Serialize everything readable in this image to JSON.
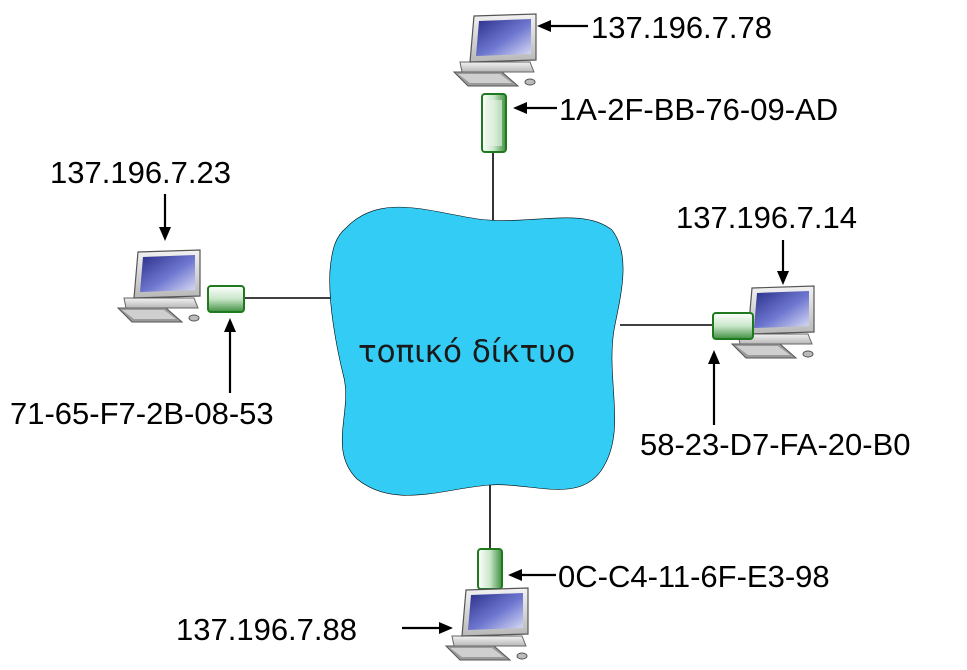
{
  "network": {
    "label": "τοπικό δίκτυο",
    "fill_color": "#33ccf4"
  },
  "adapter_color": "#1f7a1f",
  "hosts": {
    "top": {
      "ip": "137.196.7.78",
      "mac": "1A-2F-BB-76-09-AD",
      "icon": "desktop-computer-icon"
    },
    "left": {
      "ip": "137.196.7.23",
      "mac": "71-65-F7-2B-08-53",
      "icon": "desktop-computer-icon"
    },
    "right": {
      "ip": "137.196.7.14",
      "mac": "58-23-D7-FA-20-B0",
      "icon": "desktop-computer-icon"
    },
    "bottom": {
      "ip": "137.196.7.88",
      "mac": "0C-C4-11-6F-E3-98",
      "icon": "desktop-computer-icon"
    }
  }
}
